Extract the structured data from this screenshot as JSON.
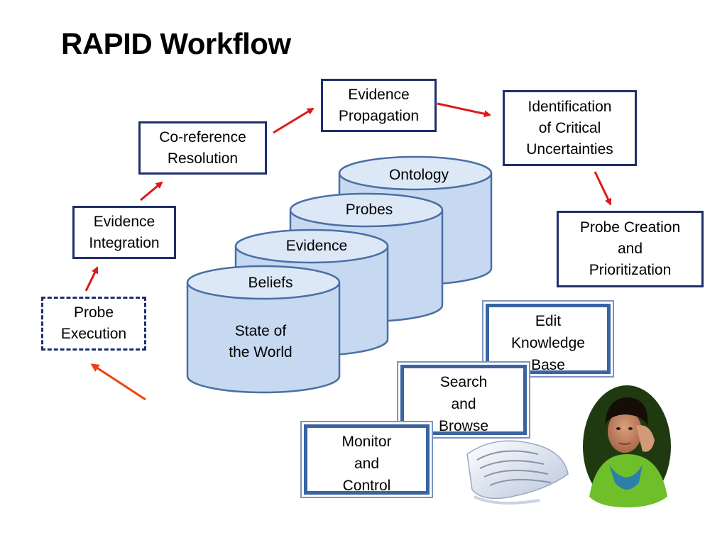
{
  "title": "RAPID Workflow",
  "boxes": {
    "evidence_propagation": "Evidence\nPropagation",
    "identification": "Identification\nof Critical\nUncertainties",
    "coreference": "Co-reference\nResolution",
    "evidence_integration": "Evidence\nIntegration",
    "probe_creation": "Probe Creation\nand\nPrioritization",
    "probe_execution": "Probe\nExecution"
  },
  "databases": {
    "ontology": "Ontology",
    "probes": "Probes",
    "evidence": "Evidence",
    "beliefs": "Beliefs",
    "state_line1": "State of",
    "state_line2": "the World"
  },
  "tools": {
    "edit_kb": "Edit\nKnowledge\nBase",
    "search_browse": "Search\nand\nBrowse",
    "monitor_control": "Monitor\nand\nControl"
  },
  "colors": {
    "arrow": "#e01818",
    "box_border": "#1f2f6b",
    "cylinder_fill": "#c6d9f1",
    "cylinder_stroke": "#4a6fa5"
  },
  "icons": [
    "keyboard-image",
    "woman-photo"
  ]
}
